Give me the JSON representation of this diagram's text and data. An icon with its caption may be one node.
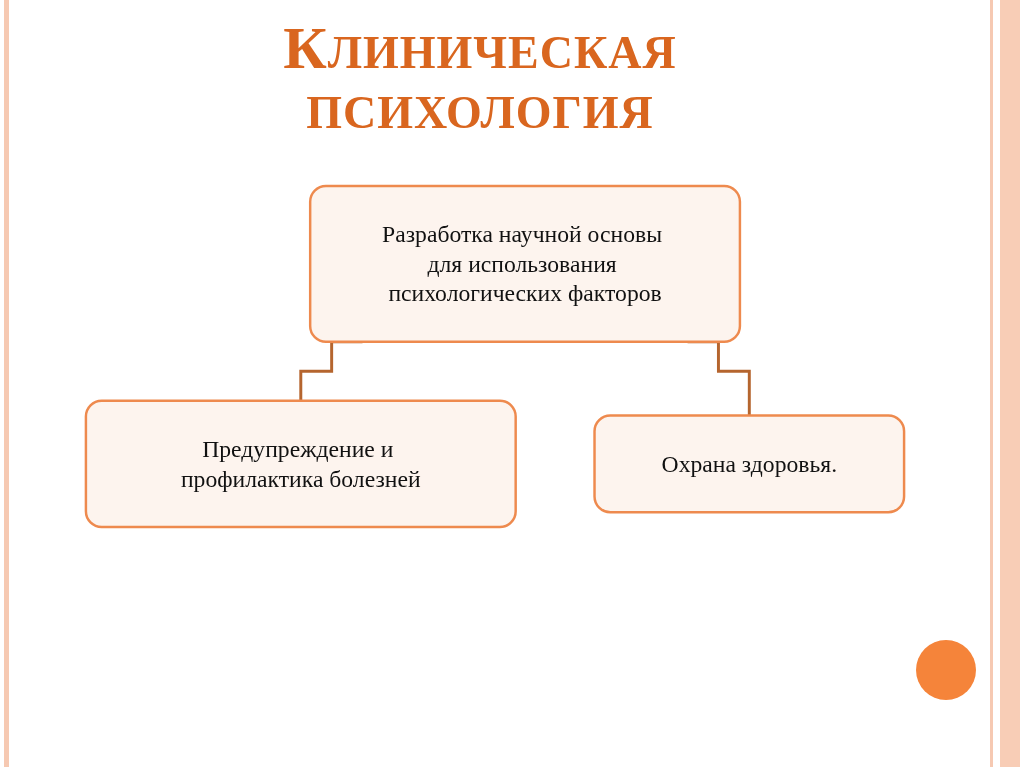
{
  "diagram": {
    "title": "КЛИНИЧЕСКАЯ ПСИХОЛОГИЯ",
    "nodes": [
      {
        "text": [
          "Разработка научной основы для использования психологических факторов"
        ]
      },
      {
        "text": [
          "Предупреждение и профилактика болезней"
        ]
      },
      {
        "text": [
          "Охрана здоровья."
        ]
      }
    ],
    "edges": [
      {
        "from": 0,
        "to": 1,
        "arrow": "none"
      },
      {
        "from": 0,
        "to": 2,
        "arrow": "none"
      }
    ]
  }
}
